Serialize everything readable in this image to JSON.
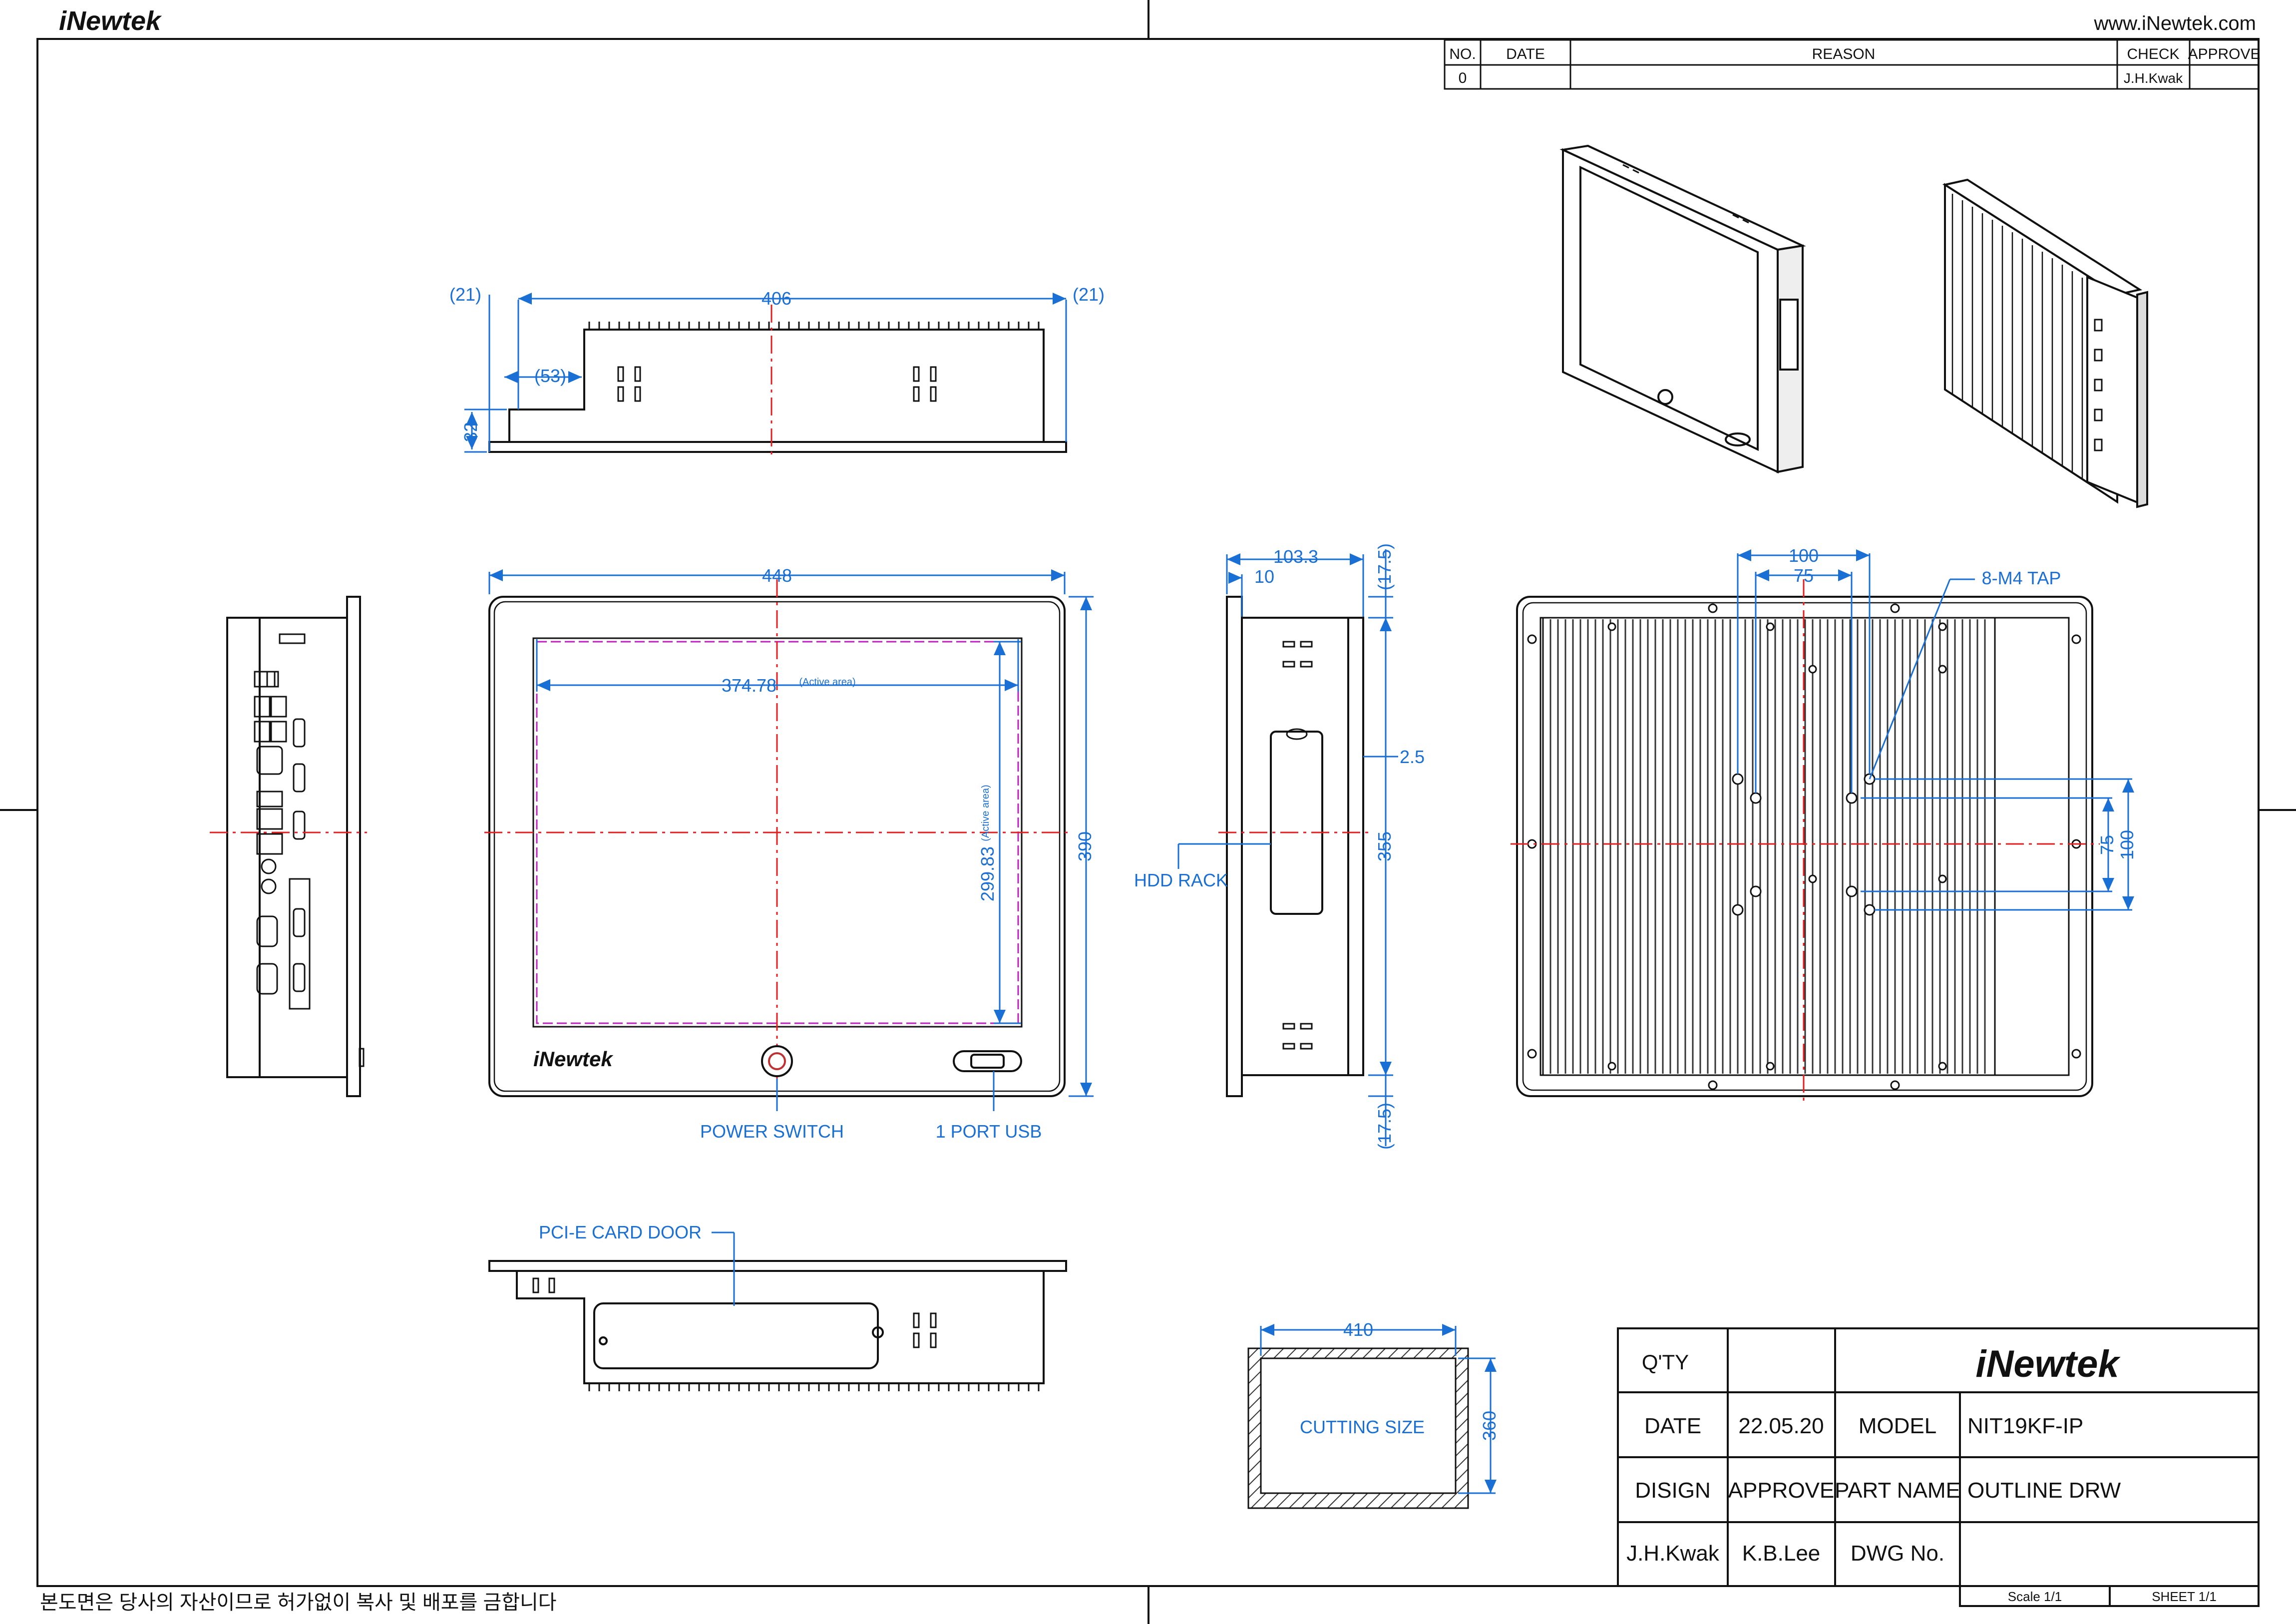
{
  "header": {
    "logo_text": "iNewtek",
    "website": "www.iNewtek.com"
  },
  "revision_table": {
    "headers": [
      "NO.",
      "DATE",
      "REASON",
      "CHECK",
      "APPROVE"
    ],
    "rows": [
      {
        "no": "0",
        "date": "",
        "reason": "",
        "check": "J.H.Kwak",
        "approve": ""
      }
    ]
  },
  "top_view": {
    "dim_overall": "406",
    "dim_left": "(21)",
    "dim_right": "(21)",
    "dim_step": "(53)",
    "dim_height": "32"
  },
  "front_view": {
    "dim_width": "448",
    "dim_height": "390",
    "dim_active_w": "374.78",
    "dim_active_h": "299.83",
    "active_area_note": "(Active area)",
    "brand_text": "iNewtek",
    "callout_power": "POWER SWITCH",
    "callout_usb": "1 PORT USB"
  },
  "side_view": {
    "dim_depth": "103.3",
    "dim_bezel": "10",
    "dim_top_offset": "(17.5)",
    "dim_bottom_offset": "(17.5)",
    "dim_body_height": "355",
    "dim_lip": "2.5",
    "callout_hdd": "HDD RACK"
  },
  "rear_view": {
    "dim_vesa_100_h": "100",
    "dim_vesa_75_h": "75",
    "dim_vesa_75_v": "75",
    "dim_vesa_100_v": "100",
    "callout_tap": "8-M4 TAP"
  },
  "bottom_view": {
    "callout_pcie": "PCI-E CARD DOOR"
  },
  "cutout": {
    "dim_width": "410",
    "dim_height": "360",
    "label": "CUTTING SIZE"
  },
  "title_block": {
    "qty_label": "Q'TY",
    "qty_value": "",
    "logo_text": "iNewtek",
    "date_label": "DATE",
    "date_value": "22.05.20",
    "model_label": "MODEL",
    "model_value": "NIT19KF-IP",
    "design_label": "DISIGN",
    "approve_label": "APPROVE",
    "partname_label": "PART NAME",
    "partname_value": "OUTLINE DRW",
    "designer": "J.H.Kwak",
    "approver": "K.B.Lee",
    "dwgno_label": "DWG No.",
    "dwgno_value": "",
    "scale": "Scale 1/1",
    "sheet": "SHEET 1/1"
  },
  "footer": {
    "copyright_notice": "본도면은 당사의 자산이므로 허가없이 복사 및 배포를 금합니다"
  },
  "colors": {
    "line": "#111111",
    "dimension": "#1a6fd4",
    "centerline": "#e02020",
    "active_area": "#c020c0"
  }
}
